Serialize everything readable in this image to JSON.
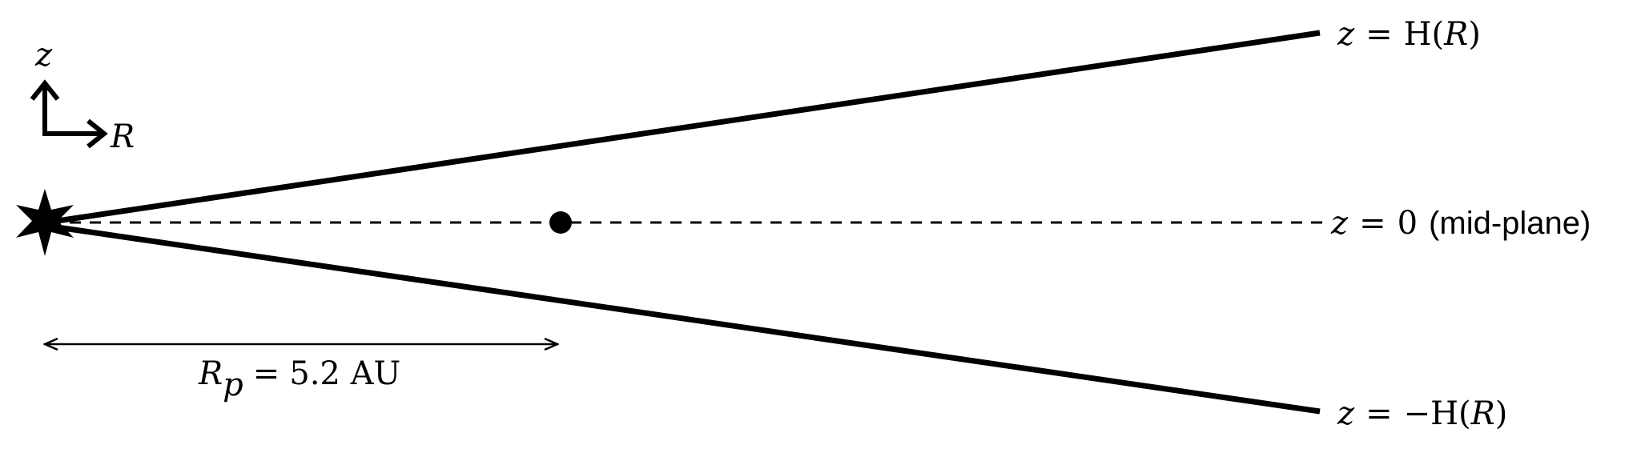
{
  "axes_key": {
    "vertical_label": "z",
    "horizontal_label": "R"
  },
  "labels": {
    "upper_surface": {
      "lhs": "z",
      "eq": "=",
      "func": "H(",
      "var": "R",
      "close": ")"
    },
    "mid_plane": {
      "lhs": "z",
      "eq": "=",
      "value": "0",
      "note": "(mid-plane)"
    },
    "lower_surface": {
      "lhs": "z",
      "eq": "=",
      "neg_func": "−H(",
      "var": "R",
      "close": ")"
    },
    "planet_distance": {
      "symbol": "R",
      "subscript": "p",
      "eq": "=",
      "value": "5.2 AU"
    }
  },
  "colors": {
    "ink": "#000000",
    "background": "#ffffff"
  }
}
